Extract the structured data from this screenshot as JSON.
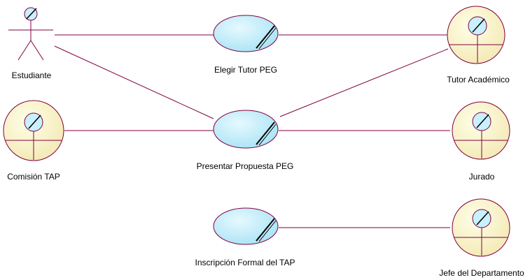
{
  "actors": {
    "estudiante": {
      "label": "Estudiante"
    },
    "comision_tap": {
      "label": "Comisión TAP"
    },
    "tutor_academico": {
      "label": "Tutor Académico"
    },
    "jurado": {
      "label": "Jurado"
    },
    "jefe_departamento": {
      "label": "Jefe del Departamento"
    }
  },
  "use_cases": {
    "elegir_tutor": {
      "label": "Elegir Tutor PEG"
    },
    "presentar_propuesta": {
      "label": "Presentar Propuesta PEG"
    },
    "inscripcion_formal": {
      "label": "Inscripción Formal del TAP"
    }
  },
  "associations": [
    {
      "from": "estudiante",
      "to": "elegir_tutor"
    },
    {
      "from": "estudiante",
      "to": "presentar_propuesta"
    },
    {
      "from": "elegir_tutor",
      "to": "tutor_academico"
    },
    {
      "from": "presentar_propuesta",
      "to": "tutor_academico"
    },
    {
      "from": "comision_tap",
      "to": "presentar_propuesta"
    },
    {
      "from": "presentar_propuesta",
      "to": "jurado"
    },
    {
      "from": "inscripcion_formal",
      "to": "jefe_departamento"
    }
  ],
  "colors": {
    "line": "#800040",
    "usecase_fill": "#c8f0ff",
    "usecase_stroke": "#800040",
    "actor_fill": "#fffdd0",
    "actor_stroke": "#800040",
    "head_fill": "#c8f0ff"
  }
}
